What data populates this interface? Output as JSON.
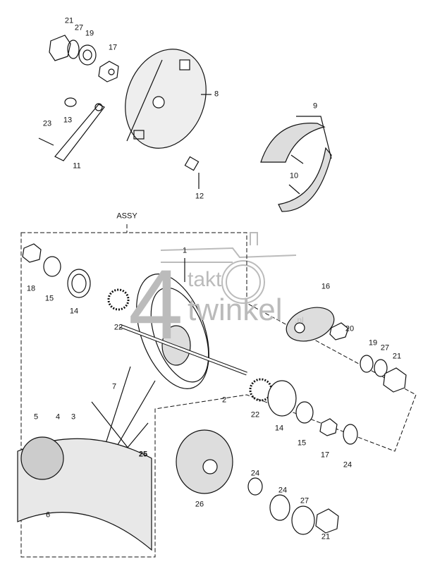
{
  "watermark": {
    "digit": "4",
    "line1": "takt",
    "line2": "twinkel",
    "suffix": ".nl"
  },
  "assembly_label": "ASSY",
  "labels": [
    "21",
    "27",
    "19",
    "17",
    "8",
    "13",
    "23",
    "11",
    "12",
    "9",
    "10",
    "1",
    "18",
    "15",
    "14",
    "22",
    "16",
    "20",
    "19",
    "27",
    "21",
    "7",
    "2",
    "22",
    "14",
    "15",
    "17",
    "24",
    "5",
    "4",
    "3",
    "25",
    "24",
    "24",
    "27",
    "21",
    "6",
    "26"
  ]
}
